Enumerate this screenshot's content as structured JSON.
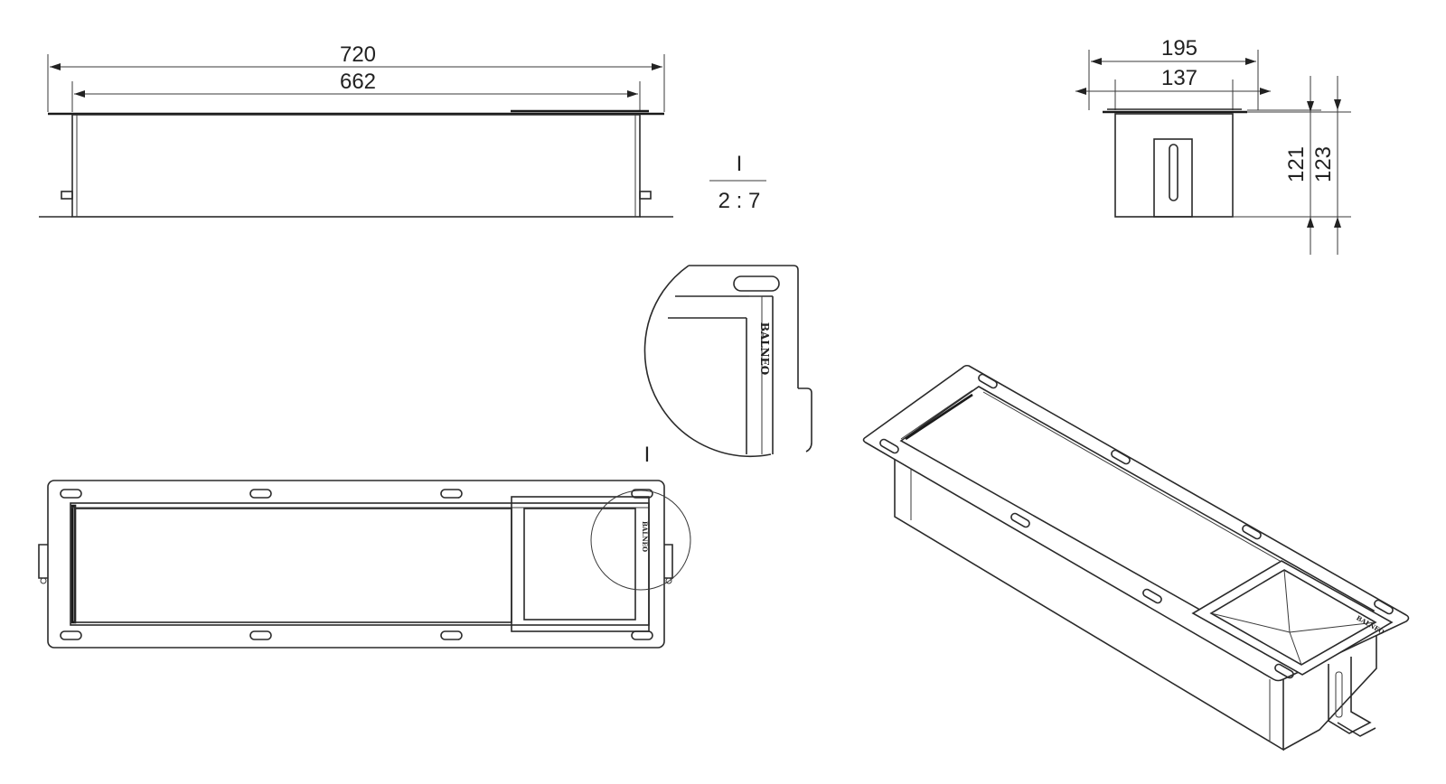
{
  "dimensions": {
    "overall_length": "720",
    "inner_length": "662",
    "overall_width": "195",
    "inner_width": "137",
    "height_inner": "121",
    "height_overall": "123"
  },
  "detail": {
    "marker": "I",
    "scale": "2 : 7"
  },
  "brand_label": "BALNEO"
}
